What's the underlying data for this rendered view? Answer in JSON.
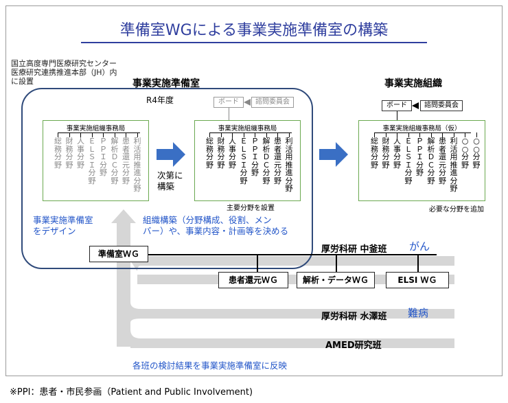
{
  "title": "準備室WGによる事業実施準備室の構築",
  "note": "国立高度専門医療研究センター\n医療研究連携推進本部（JH）内\nに設置",
  "prep_room": {
    "heading": "事業実施準備室",
    "year": "R4年度",
    "bureau_title": "事業実施組織事務局",
    "columns": [
      "総務分野",
      "財務分野",
      "人事分野",
      "ＥＬＳＩ分野",
      "ＰＰＩ分野",
      "解析ＤＣ分野",
      "患者還元分野",
      "利活用推進分野"
    ],
    "design_text": "事業実施準備室\nをデザイン",
    "build_text": "組織構築（分野構成、役割、メン\nバー）や、事業内容・計画等を決める"
  },
  "gradual": "次第に\n構築",
  "mid": {
    "board": "ボード",
    "committee": "諮問委員会",
    "bureau_title": "事業実施組織事務局",
    "columns": [
      "総務分野",
      "財務分野",
      "人事分野",
      "ＥＬＳＩ分野",
      "ＰＰＩ分野",
      "解析ＤＣ分野",
      "患者還元分野",
      "利活用推進分野"
    ],
    "caption": "主要分野を設置"
  },
  "org": {
    "heading": "事業実施組織",
    "board": "ボード",
    "committee": "諮問委員会",
    "bureau_title": "事業実施組織事務局（仮）",
    "columns": [
      "総務分野",
      "財務分野",
      "人事分野",
      "ＥＬＳＩ分野",
      "ＰＰＩ分野",
      "解析ＤＣ分野",
      "患者還元分野",
      "利活用推進分野",
      "○○分野",
      "○○分野"
    ],
    "caption": "必要な分野を追加"
  },
  "wg": {
    "prep": "準備室ＷＧ",
    "patient": "患者還元ＷＧ",
    "analysis": "解析・データＷＧ",
    "elsi": "ELSI ＷＧ"
  },
  "teams": {
    "nakagama": "厚労科研 中釜班",
    "nakagama_tag": "がん",
    "mizusawa": "厚労科研 水澤班",
    "mizusawa_tag": "難病",
    "amed": "AMED研究班"
  },
  "feedback": "各班の検討結果を事業実施準備室に反映",
  "footer": "※PPI：患者・市民参画（Patient and Public Involvement)",
  "colors": {
    "accent": "#2f3e9e",
    "blue_text": "#2255c8",
    "arrow": "#3a6fc4",
    "band": "#d6d6d6"
  }
}
